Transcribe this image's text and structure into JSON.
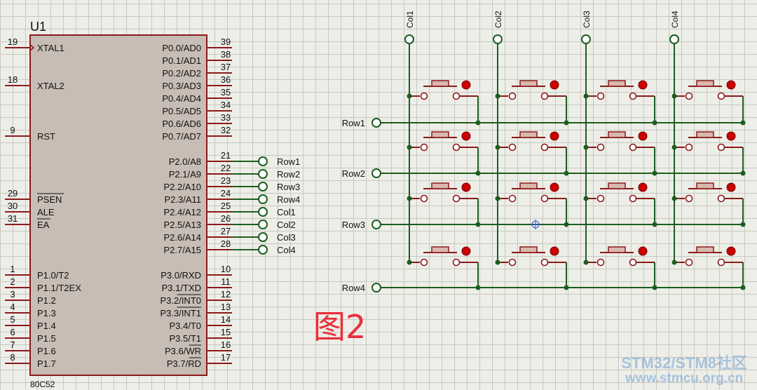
{
  "chip": {
    "ref": "U1",
    "part": "80C52",
    "left_pins": [
      {
        "num": "19",
        "name": "XTAL1",
        "clock": true
      },
      {
        "num": "18",
        "name": "XTAL2"
      },
      {
        "num": "9",
        "name": "RST"
      },
      {
        "num": "29",
        "name": "PSEN",
        "overbar": true
      },
      {
        "num": "30",
        "name": "ALE"
      },
      {
        "num": "31",
        "name": "EA",
        "overbar": true
      },
      {
        "num": "1",
        "name": "P1.0/T2"
      },
      {
        "num": "2",
        "name": "P1.1/T2EX"
      },
      {
        "num": "3",
        "name": "P1.2"
      },
      {
        "num": "4",
        "name": "P1.3"
      },
      {
        "num": "5",
        "name": "P1.4"
      },
      {
        "num": "6",
        "name": "P1.5"
      },
      {
        "num": "7",
        "name": "P1.6"
      },
      {
        "num": "8",
        "name": "P1.7"
      }
    ],
    "right_pins": [
      {
        "num": "39",
        "name": "P0.0/AD0"
      },
      {
        "num": "38",
        "name": "P0.1/AD1"
      },
      {
        "num": "37",
        "name": "P0.2/AD2"
      },
      {
        "num": "36",
        "name": "P0.3/AD3"
      },
      {
        "num": "35",
        "name": "P0.4/AD4"
      },
      {
        "num": "34",
        "name": "P0.5/AD5"
      },
      {
        "num": "33",
        "name": "P0.6/AD6"
      },
      {
        "num": "32",
        "name": "P0.7/AD7"
      },
      {
        "num": "21",
        "name": "P2.0/A8",
        "net": "Row1"
      },
      {
        "num": "22",
        "name": "P2.1/A9",
        "net": "Row2"
      },
      {
        "num": "23",
        "name": "P2.2/A10",
        "net": "Row3"
      },
      {
        "num": "24",
        "name": "P2.3/A11",
        "net": "Row4"
      },
      {
        "num": "25",
        "name": "P2.4/A12",
        "net": "Col1"
      },
      {
        "num": "26",
        "name": "P2.5/A13",
        "net": "Col2"
      },
      {
        "num": "27",
        "name": "P2.6/A14",
        "net": "Col3"
      },
      {
        "num": "28",
        "name": "P2.7/A15",
        "net": "Col4"
      },
      {
        "num": "10",
        "name": "P3.0/RXD"
      },
      {
        "num": "11",
        "name": "P3.1/TXD"
      },
      {
        "num": "12",
        "name": "P3.2/",
        "suffix": "INT0"
      },
      {
        "num": "13",
        "name": "P3.3/",
        "suffix": "INT1"
      },
      {
        "num": "14",
        "name": "P3.4/T0"
      },
      {
        "num": "15",
        "name": "P3.5/T1"
      },
      {
        "num": "16",
        "name": "P3.6/",
        "suffix": "WR"
      },
      {
        "num": "17",
        "name": "P3.7/",
        "suffix": "RD"
      }
    ]
  },
  "matrix": {
    "columns": [
      "Col1",
      "Col2",
      "Col3",
      "Col4"
    ],
    "rows": [
      "Row1",
      "Row2",
      "Row3",
      "Row4"
    ]
  },
  "caption": "图2",
  "watermark": {
    "line1": "STM32/STM8社区",
    "line2": "www.stmcu.org.cn"
  },
  "colors": {
    "wire": "#1b5e20",
    "chip_body": "#c8bdb5",
    "chip_border": "#8b1a1a",
    "switch": "#8b1a1a",
    "indicator": "#cc0000",
    "caption": "#e8303a"
  }
}
